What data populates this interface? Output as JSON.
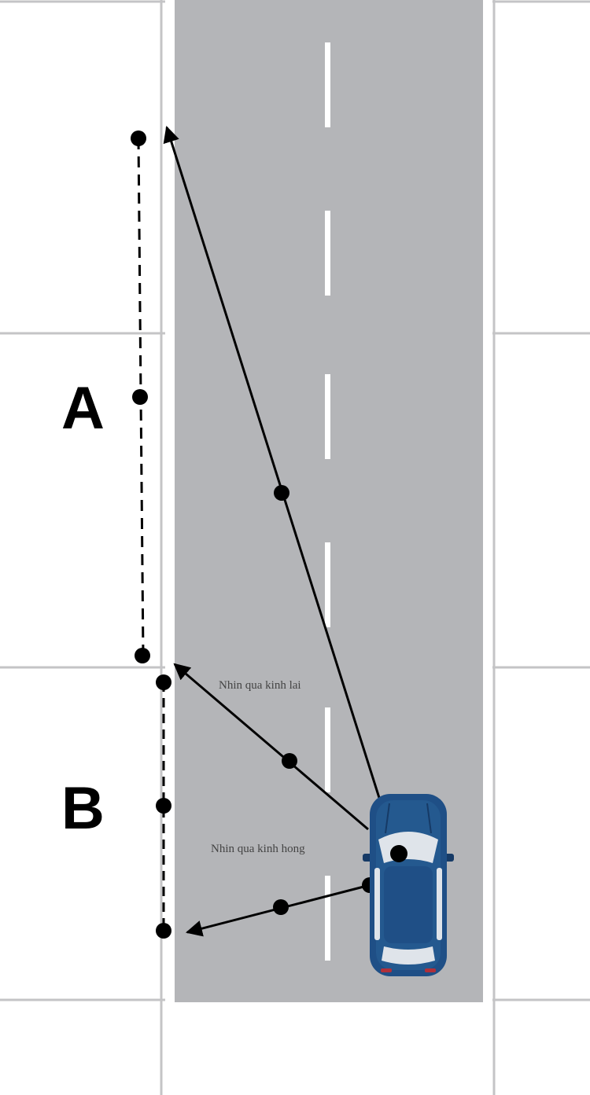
{
  "labels": {
    "zone_a": "A",
    "zone_b": "B",
    "rear_view": "Nhin qua kinh lai",
    "side_view": "Nhin qua kinh hong"
  },
  "colors": {
    "background": "#ffffff",
    "grid_line": "#c4c4c6",
    "road": "#b4b5b8",
    "road_edge": "#ffffff",
    "lane_dash": "#ffffff",
    "ink": "#000000",
    "car_body": "#1f4f86",
    "car_body_dark": "#163a66",
    "car_glass": "#dfe4ea",
    "car_tail_light": "#b0303a",
    "label_text": "#444444"
  },
  "icons": {
    "vehicle": "car-icon"
  }
}
